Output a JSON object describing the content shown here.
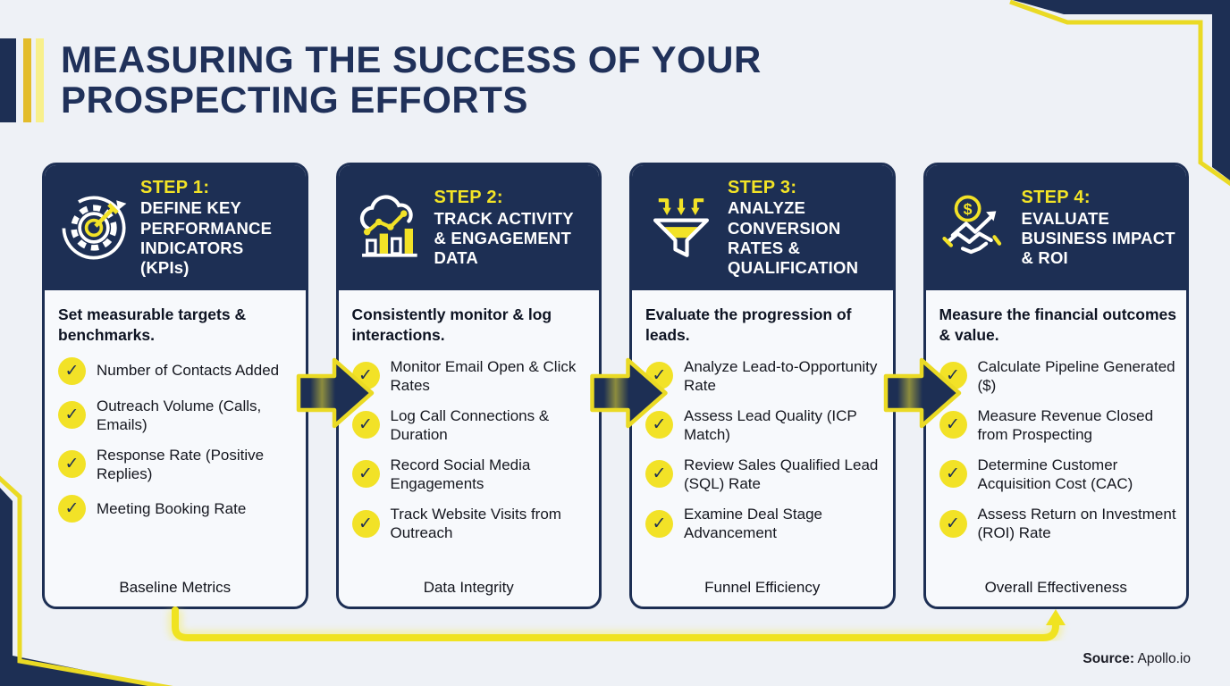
{
  "page": {
    "title_line1": "MEASURING THE SUCCESS OF YOUR",
    "title_line2": "PROSPECTING EFFORTS",
    "source_label": "Source:",
    "source_value": "Apollo.io",
    "colors": {
      "background": "#eef1f6",
      "navy": "#1d2f54",
      "yellow": "#f2e227",
      "accent_line_yellow": "#eada24",
      "card_background": "#f7f9fc",
      "title_text": "#20315a"
    }
  },
  "cards": [
    {
      "step_label": "STEP 1:",
      "title": "DEFINE KEY PERFORMANCE INDICATORS (KPIs)",
      "icon": "target-gear-icon",
      "intro": "Set measurable targets & benchmarks.",
      "items": [
        "Number of Contacts Added",
        "Outreach Volume (Calls, Emails)",
        "Response Rate (Positive Replies)",
        "Meeting Booking Rate"
      ],
      "footer": "Baseline Metrics"
    },
    {
      "step_label": "STEP 2:",
      "title": "TRACK ACTIVITY & ENGAGEMENT DATA",
      "icon": "cloud-analytics-icon",
      "intro": "Consistently monitor & log interactions.",
      "items": [
        "Monitor Email Open & Click Rates",
        "Log Call Connections & Duration",
        "Record Social Media Engagements",
        "Track Website Visits from Outreach"
      ],
      "footer": "Data Integrity"
    },
    {
      "step_label": "STEP 3:",
      "title": "ANALYZE CONVERSION RATES & QUALIFICATION",
      "icon": "funnel-icon",
      "intro": "Evaluate the progression of leads.",
      "items": [
        "Analyze Lead-to-Opportunity Rate",
        "Assess Lead Quality (ICP Match)",
        "Review Sales Qualified Lead (SQL) Rate",
        "Examine Deal Stage Advancement"
      ],
      "footer": "Funnel Efficiency"
    },
    {
      "step_label": "STEP 4:",
      "title": "EVALUATE BUSINESS IMPACT & ROI",
      "icon": "roi-handshake-icon",
      "intro": "Measure the financial outcomes & value.",
      "items": [
        "Calculate Pipeline Generated ($)",
        "Measure Revenue Closed from Prospecting",
        "Determine Customer Acquisition Cost (CAC)",
        "Assess Return on Investment (ROI) Rate"
      ],
      "footer": "Overall Effectiveness"
    }
  ],
  "checkmark": "✓"
}
